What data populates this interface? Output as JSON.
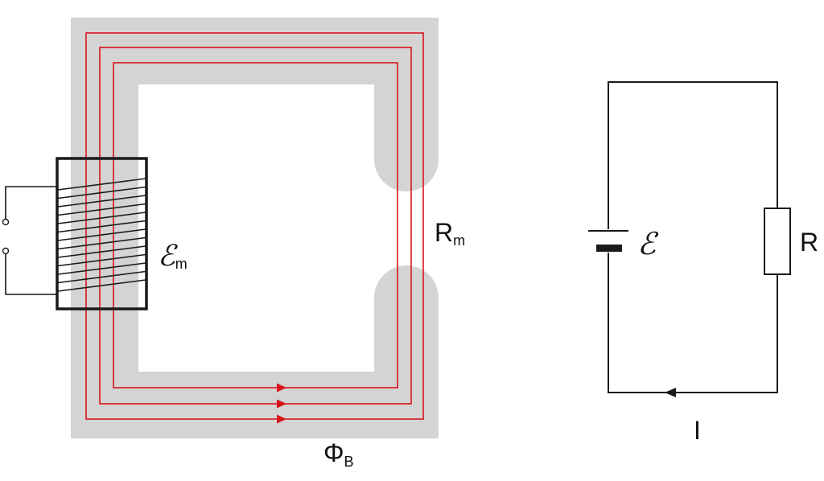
{
  "colors": {
    "core": "#d4d4d4",
    "flux_line": "#d8141b",
    "wire": "#1a1a1a"
  },
  "magnetic_circuit": {
    "mmf_label": {
      "symbol": "ℰ",
      "sub": "m"
    },
    "reluctance_label": {
      "symbol": "R",
      "sub": "m"
    },
    "flux_label": {
      "symbol": "Φ",
      "sub": "B"
    }
  },
  "electric_circuit": {
    "emf_label": "ℰ",
    "resistor_label": "R",
    "current_label": "I"
  }
}
